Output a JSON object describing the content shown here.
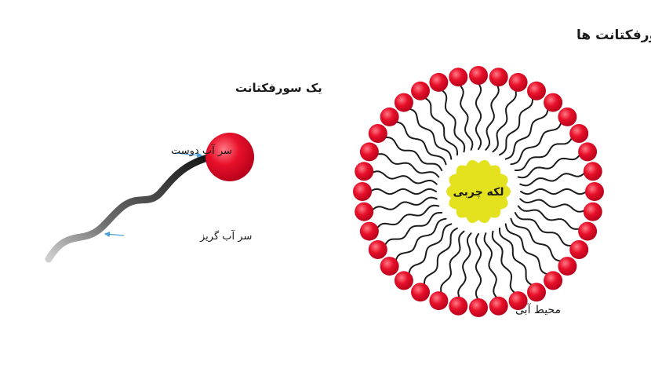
{
  "main_title": "مکانیزم عمل سورفکتانت ها",
  "single_surfactant": {
    "title": "یک سورفکتانت",
    "head_label": "سر آب دوست",
    "tail_label": "سر آب گریز"
  },
  "micelle": {
    "core_label": "لکه چربی",
    "environment_label": "محیط آبی",
    "molecule_count": 36
  },
  "colors": {
    "head": "#e8102a",
    "head_highlight": "#ff6b78",
    "tail": "#1c1c1c",
    "core": "#e4e21f",
    "arrow": "#4aa3df"
  }
}
